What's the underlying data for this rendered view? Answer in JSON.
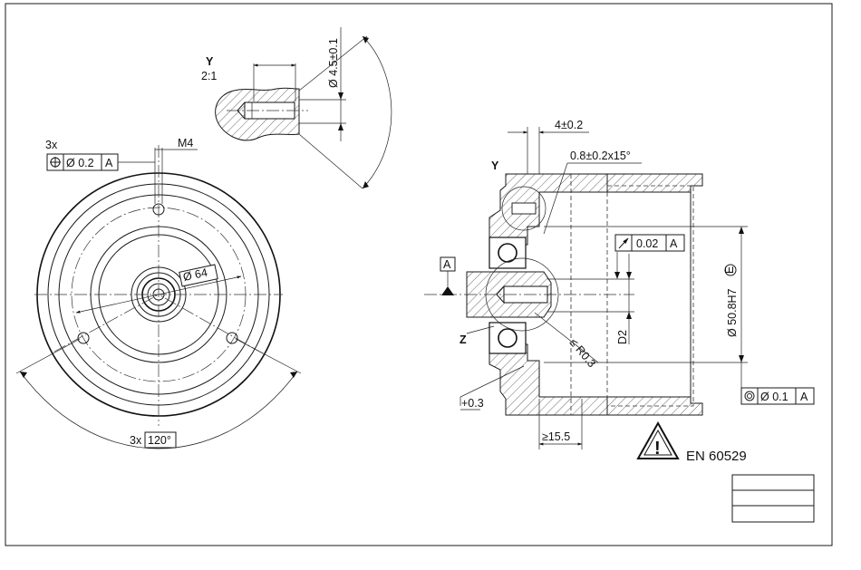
{
  "labels": {
    "y_title": "Y",
    "y_scale": "2:1",
    "dia_4_5": "Ø 4.5±0.1",
    "count_3x_top": "3x",
    "pos_tol": "Ø 0.2",
    "pos_datum": "A",
    "thread": "M4",
    "dia_64": "Ø 64",
    "count_3x_bottom": "3x",
    "angle_120": "120°",
    "dim_4": "4±0.2",
    "chamfer": "0.8±0.2x15°",
    "y_marker": "Y",
    "datum_a": "A",
    "runout_tol": "0.02",
    "runout_datum": "A",
    "dia_50_8": "Ø 50.8H7",
    "envelope": "E",
    "d2": "D2",
    "z_marker": "Z",
    "radius": "≤ R0.3",
    "plus_0_3": "+0.3",
    "conc_tol": "Ø 0.1",
    "conc_datum": "A",
    "dim_15_5": "≥15.5",
    "warning_standard": "EN 60529",
    "warning_symbol": "!"
  },
  "symbols": {
    "position": "⌖",
    "runout": "↗",
    "concentricity": "◎"
  }
}
